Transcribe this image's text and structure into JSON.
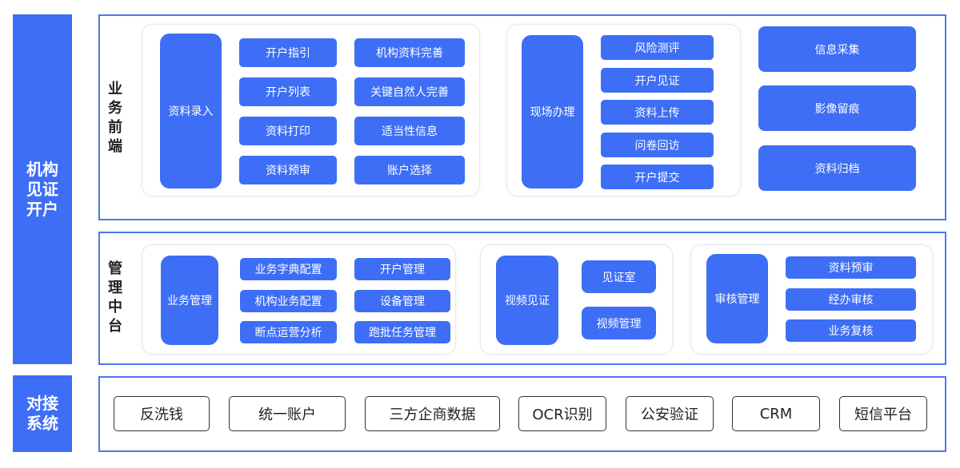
{
  "sidebar": {
    "main_label": "机构\n见证\n开户",
    "bottom_label": "对接\n系统"
  },
  "front": {
    "label": "业\n务\n前\n端",
    "group1": {
      "title": "资料录入",
      "items": [
        "开户指引",
        "机构资料完善",
        "开户列表",
        "关键自然人完善",
        "资料打印",
        "适当性信息",
        "资料预审",
        "账户选择"
      ]
    },
    "group2": {
      "title": "现场办理",
      "items": [
        "风险测评",
        "开户见证",
        "资料上传",
        "问卷回访",
        "开户提交"
      ]
    },
    "group3": {
      "items": [
        "信息采集",
        "影像留痕",
        "资料归档"
      ]
    }
  },
  "middle": {
    "label": "管\n理\n中\n台",
    "group1": {
      "title": "业务管理",
      "items": [
        "业务字典配置",
        "开户管理",
        "机构业务配置",
        "设备管理",
        "断点运营分析",
        "跑批任务管理"
      ]
    },
    "group2": {
      "title": "视频见证",
      "items": [
        "见证室",
        "视频管理"
      ]
    },
    "group3": {
      "title": "审核管理",
      "items": [
        "资料预审",
        "经办审核",
        "业务复核"
      ]
    }
  },
  "systems": {
    "items": [
      "反洗钱",
      "统一账户",
      "三方企商数据",
      "OCR识别",
      "公安验证",
      "CRM",
      "短信平台"
    ]
  },
  "colors": {
    "accent": "#3d6ef5",
    "frame_border": "#4a78f2"
  }
}
